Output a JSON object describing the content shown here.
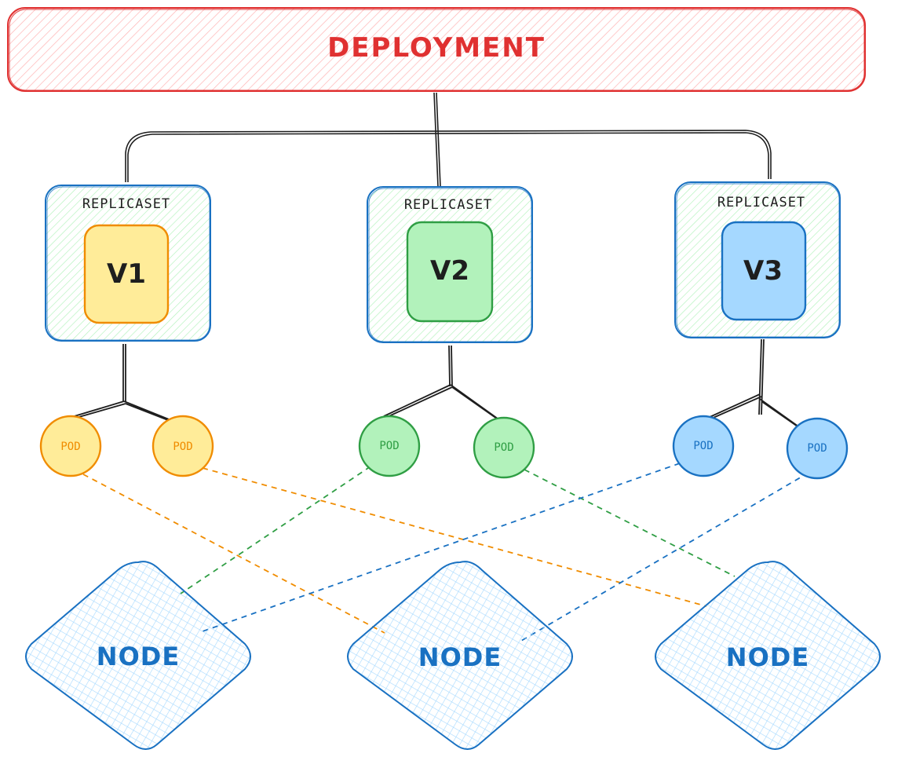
{
  "colors": {
    "deployment_stroke": "#e03131",
    "deployment_hatch": "#ffc9c9",
    "replicaset_stroke": "#1971c2",
    "replicaset_hatch": "#b2f2bb",
    "orange_stroke": "#f08c00",
    "orange_fill": "#ffec99",
    "green_stroke": "#2f9e44",
    "green_fill": "#b2f2bb",
    "blue_stroke": "#1971c2",
    "blue_fill": "#a5d8ff",
    "node_hatch": "#a5d8ff",
    "connector": "#1e1e1e"
  },
  "deployment": {
    "label": "DEPLOYMENT"
  },
  "replicasets": [
    {
      "label": "REPLICASET",
      "version": "V1",
      "color": "orange",
      "pods": [
        {
          "label": "POD"
        },
        {
          "label": "POD"
        }
      ]
    },
    {
      "label": "REPLICASET",
      "version": "V2",
      "color": "green",
      "pods": [
        {
          "label": "POD"
        },
        {
          "label": "POD"
        }
      ]
    },
    {
      "label": "REPLICASET",
      "version": "V3",
      "color": "blue",
      "pods": [
        {
          "label": "POD"
        },
        {
          "label": "POD"
        }
      ]
    }
  ],
  "nodes": [
    {
      "label": "NODE"
    },
    {
      "label": "NODE"
    },
    {
      "label": "NODE"
    }
  ]
}
